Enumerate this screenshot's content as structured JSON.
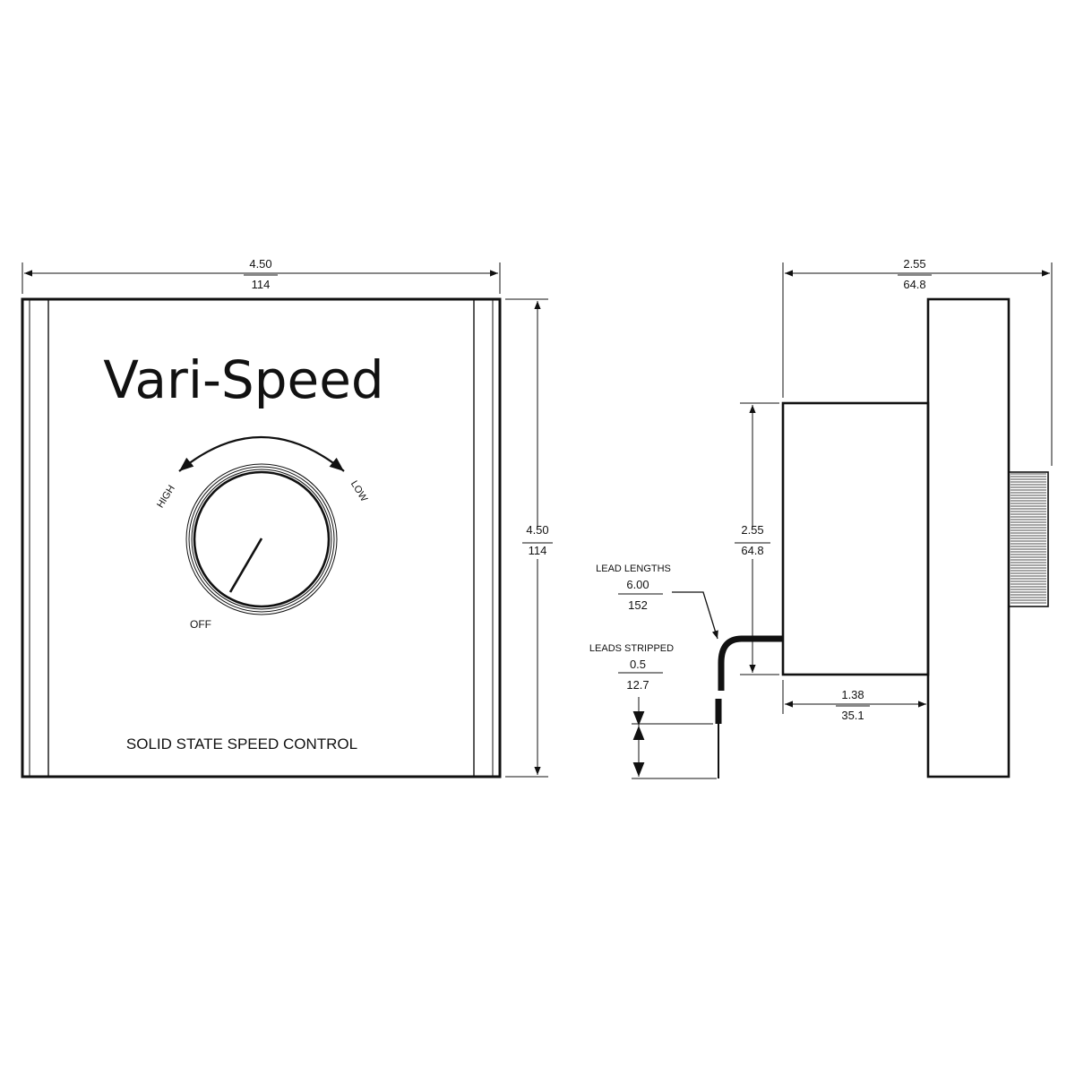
{
  "front_view": {
    "brand": "Vari-Speed",
    "subtitle": "SOLID STATE SPEED CONTROL",
    "knob_labels": {
      "high": "HIGH",
      "low": "LOW",
      "off": "OFF"
    },
    "width": {
      "in": "4.50",
      "mm": "114"
    },
    "height": {
      "in": "4.50",
      "mm": "114"
    }
  },
  "side_view": {
    "overall_depth": {
      "in": "2.55",
      "mm": "64.8"
    },
    "body_height": {
      "in": "2.55",
      "mm": "64.8"
    },
    "body_depth": {
      "in": "1.38",
      "mm": "35.1"
    },
    "lead_lengths": {
      "label": "LEAD LENGTHS",
      "in": "6.00",
      "mm": "152"
    },
    "leads_stripped": {
      "label": "LEADS STRIPPED",
      "in": "0.5",
      "mm": "12.7"
    }
  },
  "icons": [
    "arrow-icon",
    "knob-icon",
    "knurled-knob-icon"
  ],
  "colors": {
    "ink": "#111111",
    "background": "#ffffff"
  }
}
